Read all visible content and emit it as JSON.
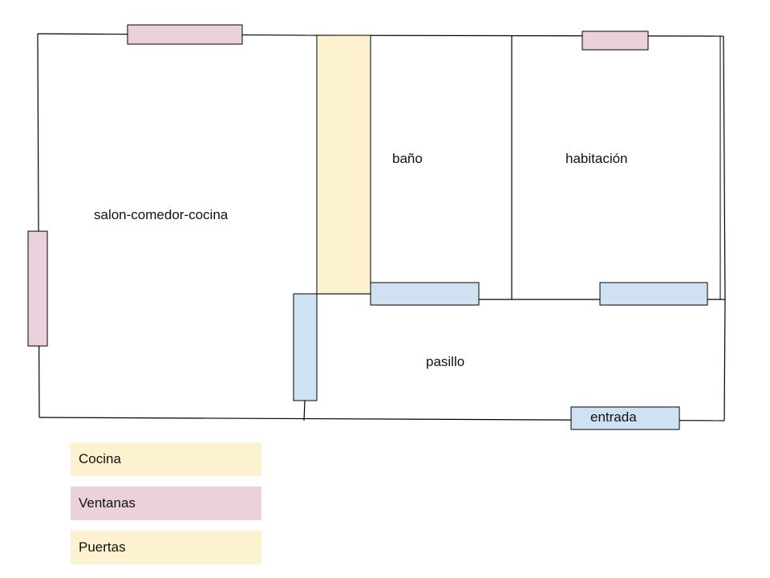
{
  "colors": {
    "kitchen": "#fdf2cf",
    "window": "#ead1dc",
    "door": "#cfe2f3",
    "wall": "#000000"
  },
  "rooms": {
    "salon": "salon-comedor-cocina",
    "bano": "baño",
    "habitacion": "habitación",
    "pasillo": "pasillo",
    "entrada": "entrada"
  },
  "legend": [
    {
      "label": "Cocina",
      "color": "#fdf2cf"
    },
    {
      "label": "Ventanas",
      "color": "#ead1dc"
    },
    {
      "label": "Puertas",
      "color": "#fdf2cf"
    }
  ]
}
